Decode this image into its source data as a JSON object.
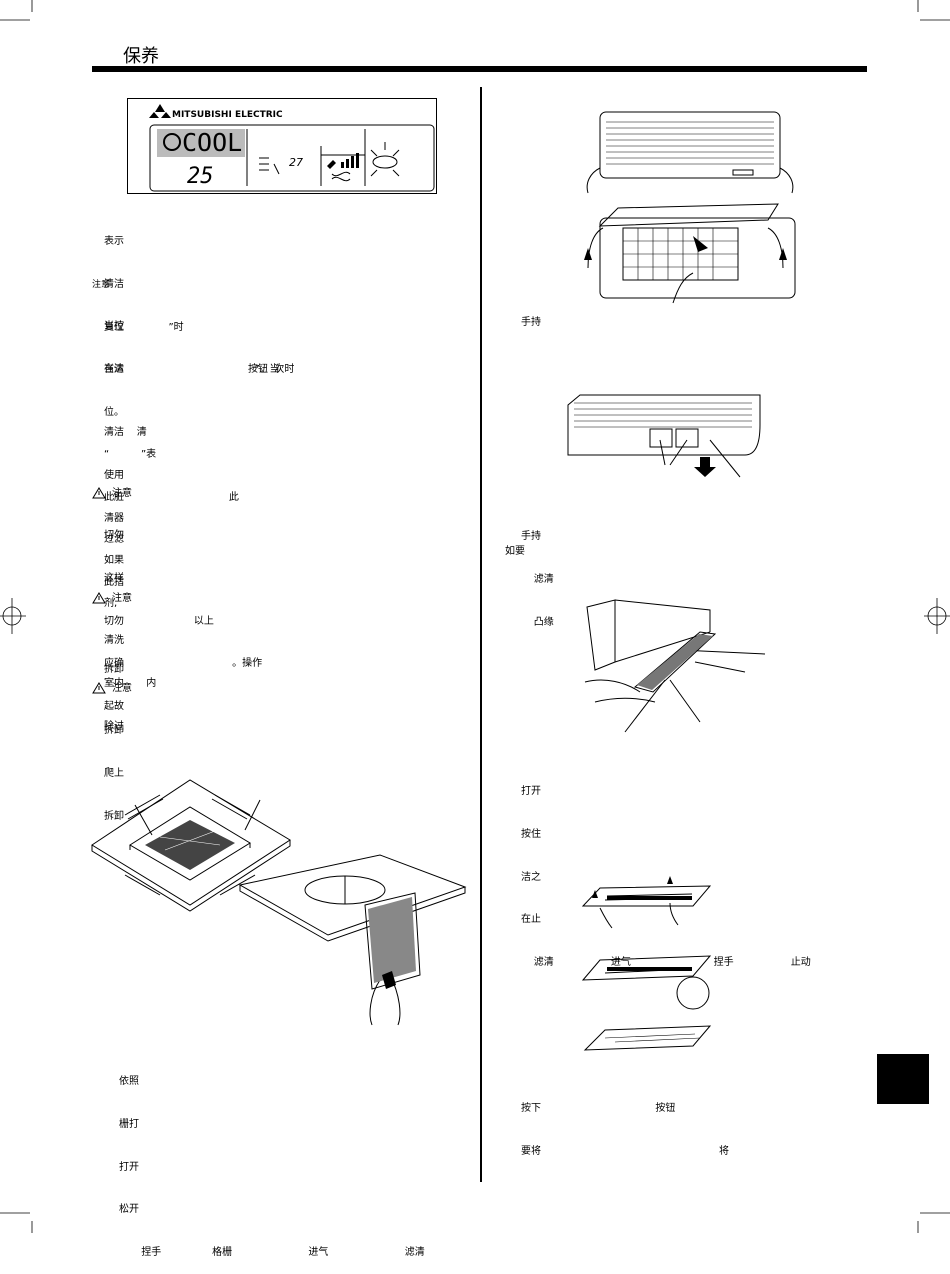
{
  "header": {
    "title": "保养"
  },
  "remote": {
    "brand": "MITSUBISHI ELECTRIC",
    "mode": "COOL",
    "temp": "25",
    "small_num": "27"
  },
  "left_col": {
    "block1": [
      "表示",
      "清洁",
      "复位              ”时",
      "在清                                       按钮  次时"
    ],
    "note_label": "注意",
    "block2": [
      "当控",
      "当达                                         ”。当",
      "位。",
      "“          ”表",
      "此脏                                 此",
      "过滤",
      "此指"
    ],
    "block3": [
      "清洁    清",
      "使用",
      "清器",
      "如果",
      "剂,"
    ],
    "caution1_label": "注意",
    "block4": [
      "切勿",
      "这样",
      "切勿                      以上",
      "应确                                  。操作",
      "起故"
    ],
    "caution2_label": "注意",
    "block5": [
      "清洗",
      "室内       内",
      "除过"
    ],
    "block6": [
      "拆卸"
    ],
    "caution3_label": "注意",
    "block7": [
      "拆卸",
      "爬上",
      "拆卸"
    ],
    "block8": [
      "依照",
      "栅打",
      "打开",
      "松开",
      "       捏手                格栅                        进气                        滤清"
    ]
  },
  "right_col": {
    "r1": [
      "手持"
    ],
    "r2": [
      "手持",
      "    滤清",
      "    凸缘"
    ],
    "r2b": [
      "如要"
    ],
    "r3": [
      "打开",
      "按住",
      "洁之",
      "在止",
      "    滤清                  进气                          捏手                  止动"
    ],
    "r4": [
      "按下                                    按钮",
      "要将                                                        将"
    ]
  }
}
